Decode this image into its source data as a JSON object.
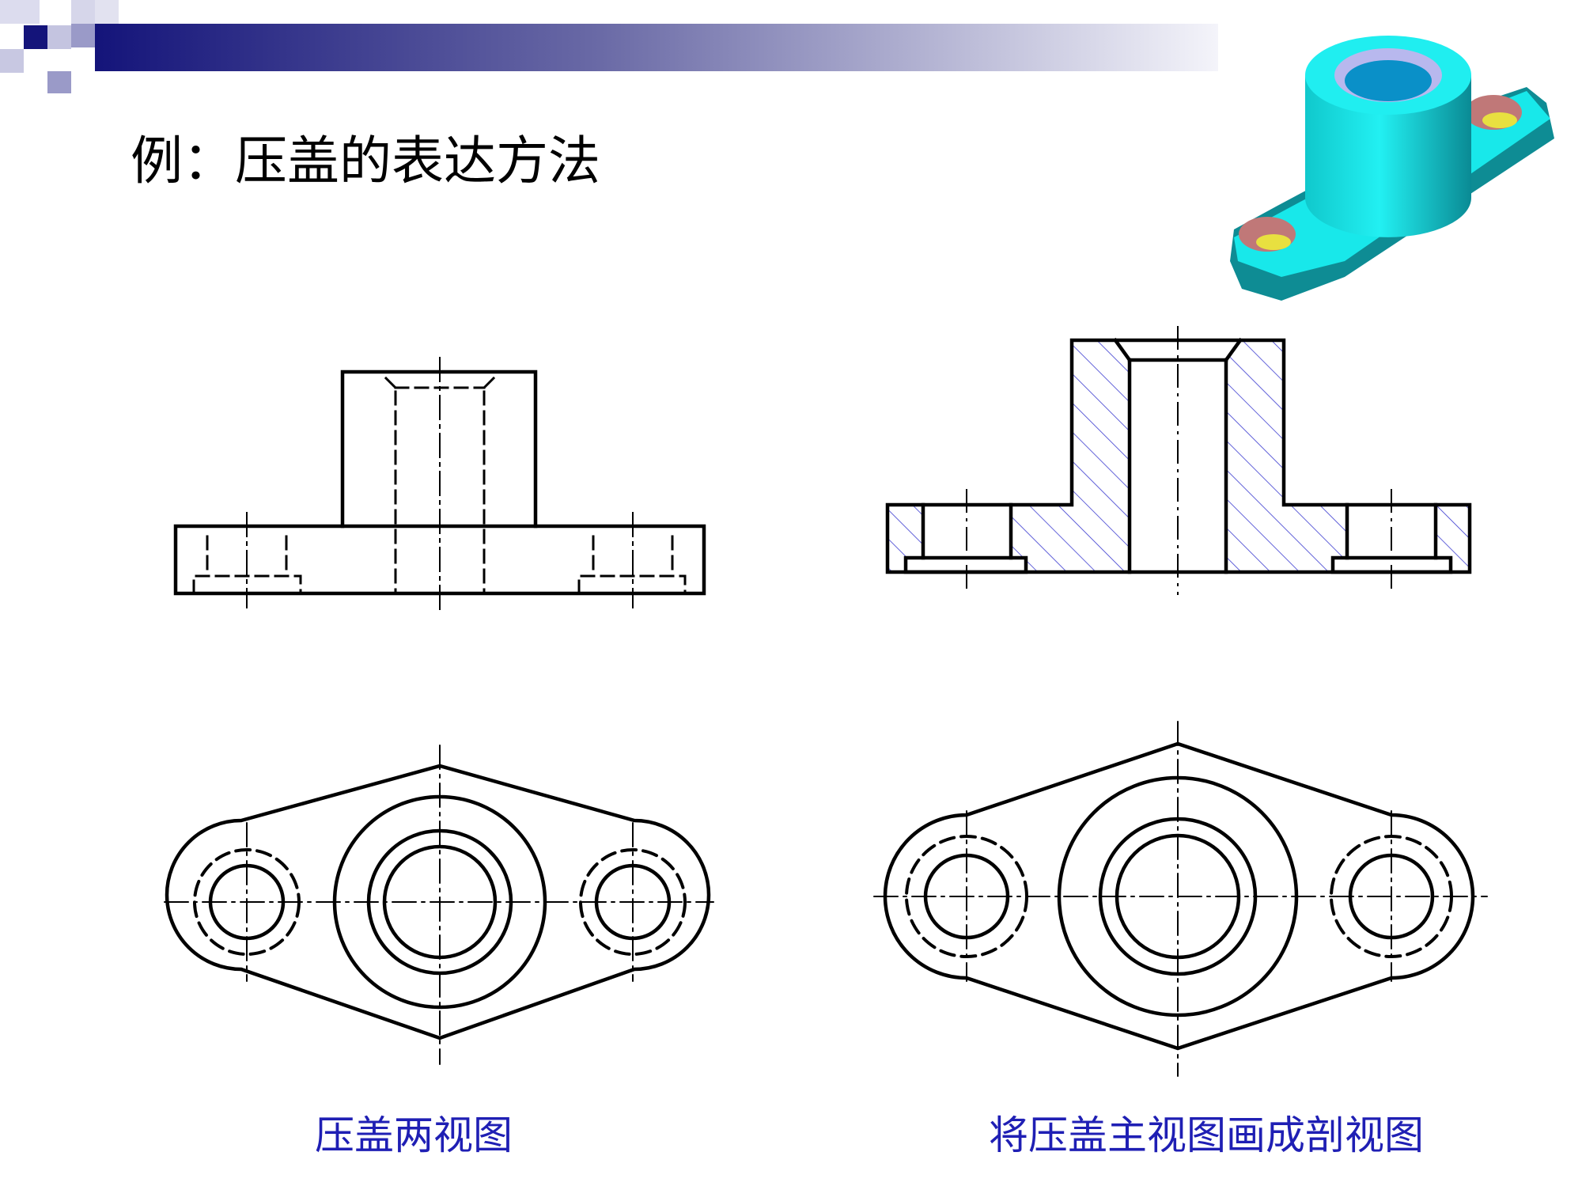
{
  "title": "例：压盖的表达方法",
  "captions": {
    "left": "压盖两视图",
    "right": "将压盖主视图画成剖视图"
  },
  "colors": {
    "caption": "#1f1fb4",
    "hatch": "#3b3bd0",
    "banner_dark": "#14147a",
    "model_body": "#16e6e8",
    "model_hole": "#c07878"
  },
  "icons": {
    "banner": "title-gradient-banner",
    "model": "3d-gland-cover-model"
  }
}
